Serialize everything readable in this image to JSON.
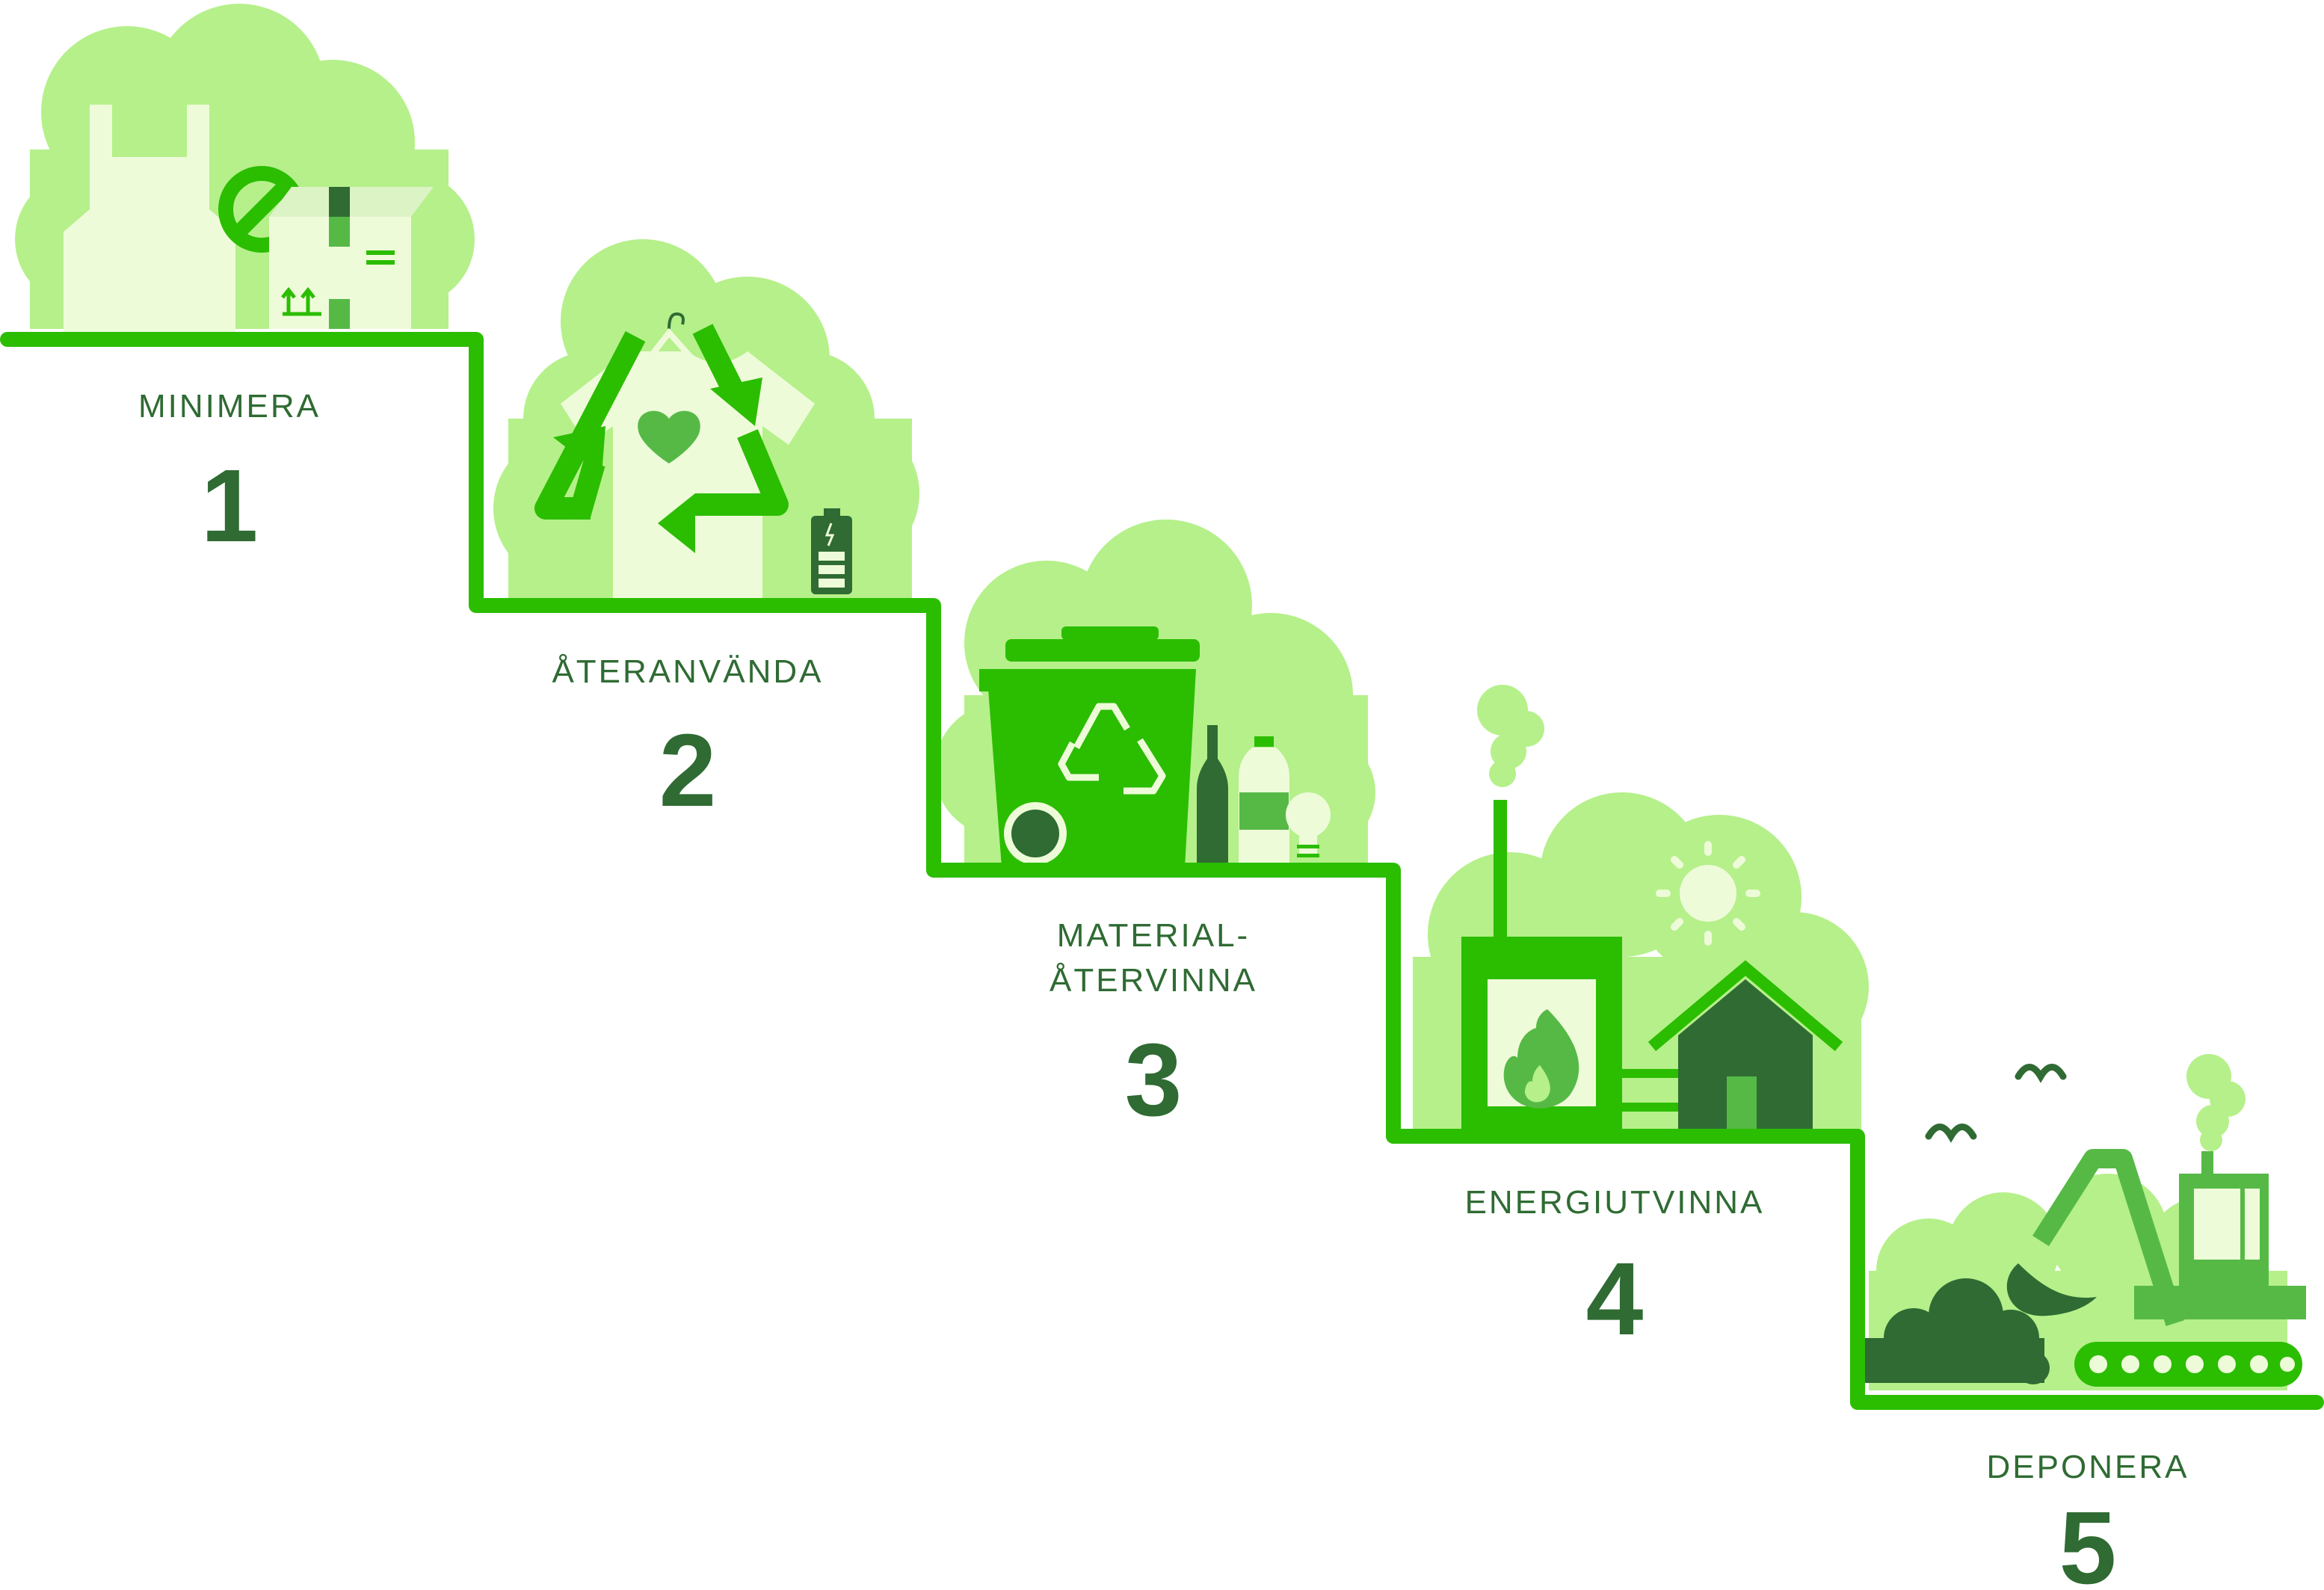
{
  "steps": [
    {
      "number": "1",
      "label": "MINIMERA"
    },
    {
      "number": "2",
      "label": "ÅTERANVÄNDA"
    },
    {
      "number": "3",
      "label_lines": [
        "MATERIAL-",
        "ÅTERVINNA"
      ]
    },
    {
      "number": "4",
      "label": "ENERGIUTVINNA"
    },
    {
      "number": "5",
      "label": "DEPONERA"
    }
  ],
  "colors": {
    "stair": "#2bbd00",
    "bright": "#2bbd00",
    "mid": "#56b946",
    "cloud": "#b5f08a",
    "pale": "#eefbd9",
    "dark": "#2f6b33"
  },
  "icons": {
    "step1": [
      "plastic-bag-icon",
      "prohibited-icon",
      "cardboard-box-icon"
    ],
    "step2": [
      "tshirt-icon",
      "hanger-icon",
      "recycle-arrows-icon",
      "battery-icon"
    ],
    "step3": [
      "recycling-bin-icon",
      "recycle-symbol-icon",
      "glass-bottle-icon",
      "plastic-bottle-icon",
      "light-bulb-icon"
    ],
    "step4": [
      "chimney-icon",
      "smoke-icon",
      "furnace-icon",
      "flame-icon",
      "house-icon",
      "sun-icon"
    ],
    "step5": [
      "excavator-icon",
      "landfill-heap-icon",
      "birds-icon",
      "smoke-icon"
    ]
  }
}
